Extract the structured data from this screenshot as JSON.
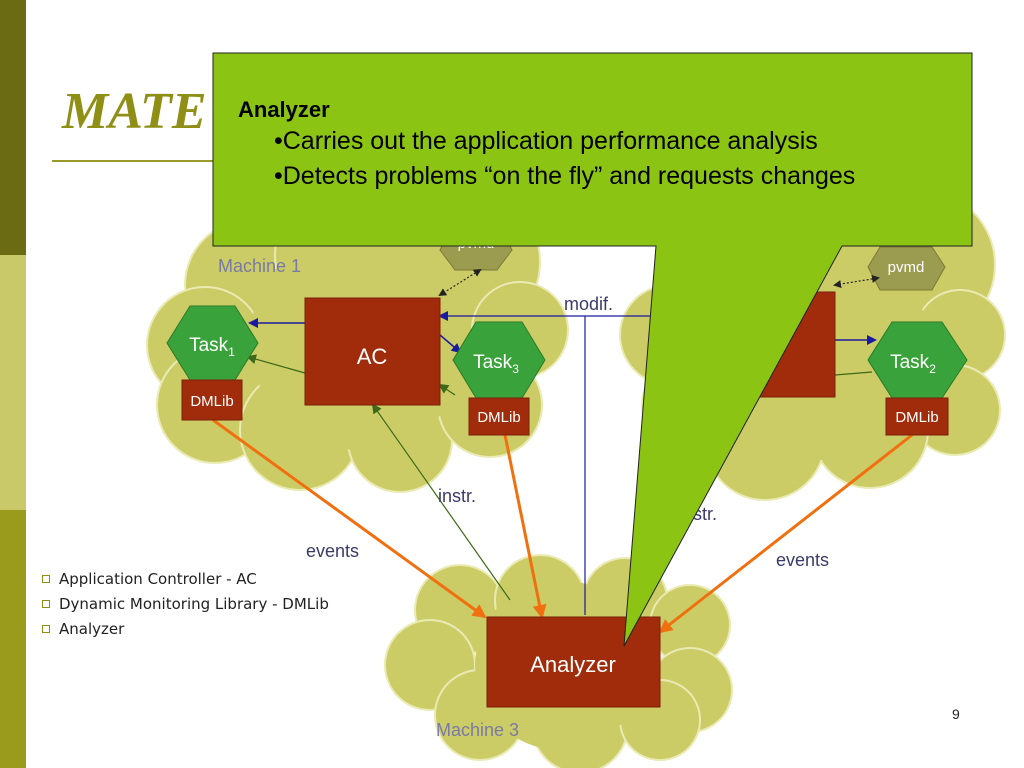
{
  "slide": {
    "title": "MATE",
    "page_number": "9"
  },
  "diagram": {
    "machines": {
      "m1": "Machine 1",
      "m3": "Machine 3"
    },
    "pvmd": "pvmd",
    "ac": "AC",
    "tasks": {
      "task1": {
        "name": "Task",
        "sub": "1"
      },
      "task3": {
        "name": "Task",
        "sub": "3"
      },
      "task2": {
        "name": "Task",
        "sub": "2"
      }
    },
    "dmlib": "DMLib",
    "analyzer": "Analyzer",
    "labels": {
      "modif": "modif.",
      "instr_left": "instr.",
      "instr_right": "str.",
      "events_left": "events",
      "events_right": "events"
    }
  },
  "callout": {
    "heading": "Analyzer",
    "items": [
      "•Carries out the application performance analysis",
      "•Detects problems “on the fly” and requests changes"
    ]
  },
  "legend": {
    "items": [
      "Application Controller - AC",
      "Dynamic Monitoring Library - DMLib",
      "Analyzer"
    ]
  },
  "colors": {
    "cloud": "#cccc66",
    "task": "#3aa23a",
    "box": "#a02c0c",
    "callout": "#8cc414",
    "pvmd": "#9c9c50"
  }
}
